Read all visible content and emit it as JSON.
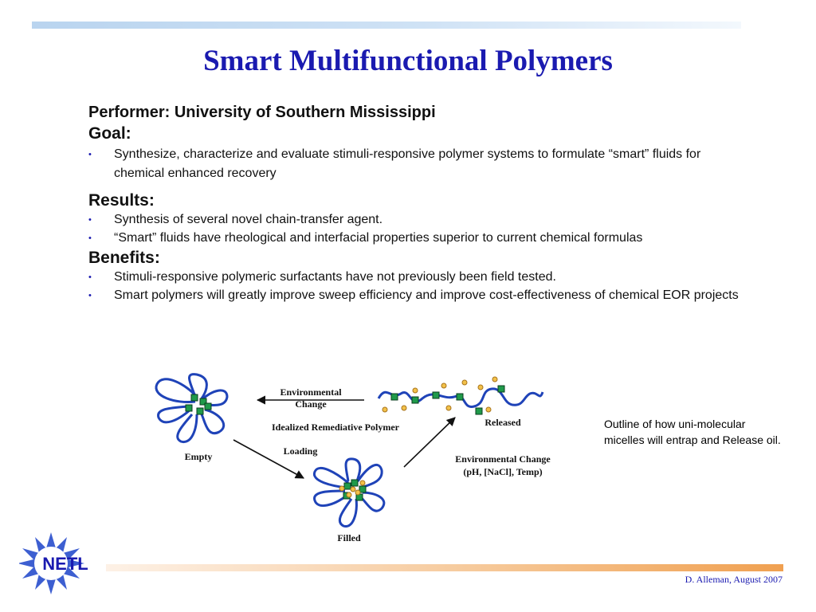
{
  "slide": {
    "title": "Smart Multifunctional Polymers",
    "performer": "Performer: University of Southern Mississippi",
    "goal_heading": "Goal:",
    "goal_bullets": [
      "Synthesize, characterize and evaluate stimuli-responsive polymer systems to formulate “smart” fluids for chemical enhanced recovery"
    ],
    "results_heading": "Results:",
    "results_bullets": [
      "Synthesis of several novel chain-transfer agent.",
      "“Smart” fluids have rheological and interfacial properties superior to current chemical formulas"
    ],
    "benefits_heading": "Benefits:",
    "benefits_bullets": [
      "Stimuli-responsive polymeric surfactants have not previously been field tested.",
      "Smart polymers will greatly improve sweep efficiency and improve cost-effectiveness of chemical EOR projects"
    ],
    "bullet_glyph": "•"
  },
  "diagram": {
    "env_change_top_1": "Environmental",
    "env_change_top_2": "Change",
    "released": "Released",
    "idealized": "Idealized Remediative Polymer",
    "empty": "Empty",
    "loading": "Loading",
    "env_change_right": "Environmental Change",
    "env_change_params": "(pH, [NaCl], Temp)",
    "filled": "Filled"
  },
  "caption": "Outline of how uni-molecular micelles will entrap and Release oil.",
  "logo": {
    "text": "NETL"
  },
  "footer": "D. Alleman, August 2007",
  "colors": {
    "title": "#1a1ab0",
    "polymer": "#1f43b8",
    "node_fill": "#1f9a4a",
    "oil_fill": "#f2c14a",
    "logo_star": "#3d5fd1"
  }
}
